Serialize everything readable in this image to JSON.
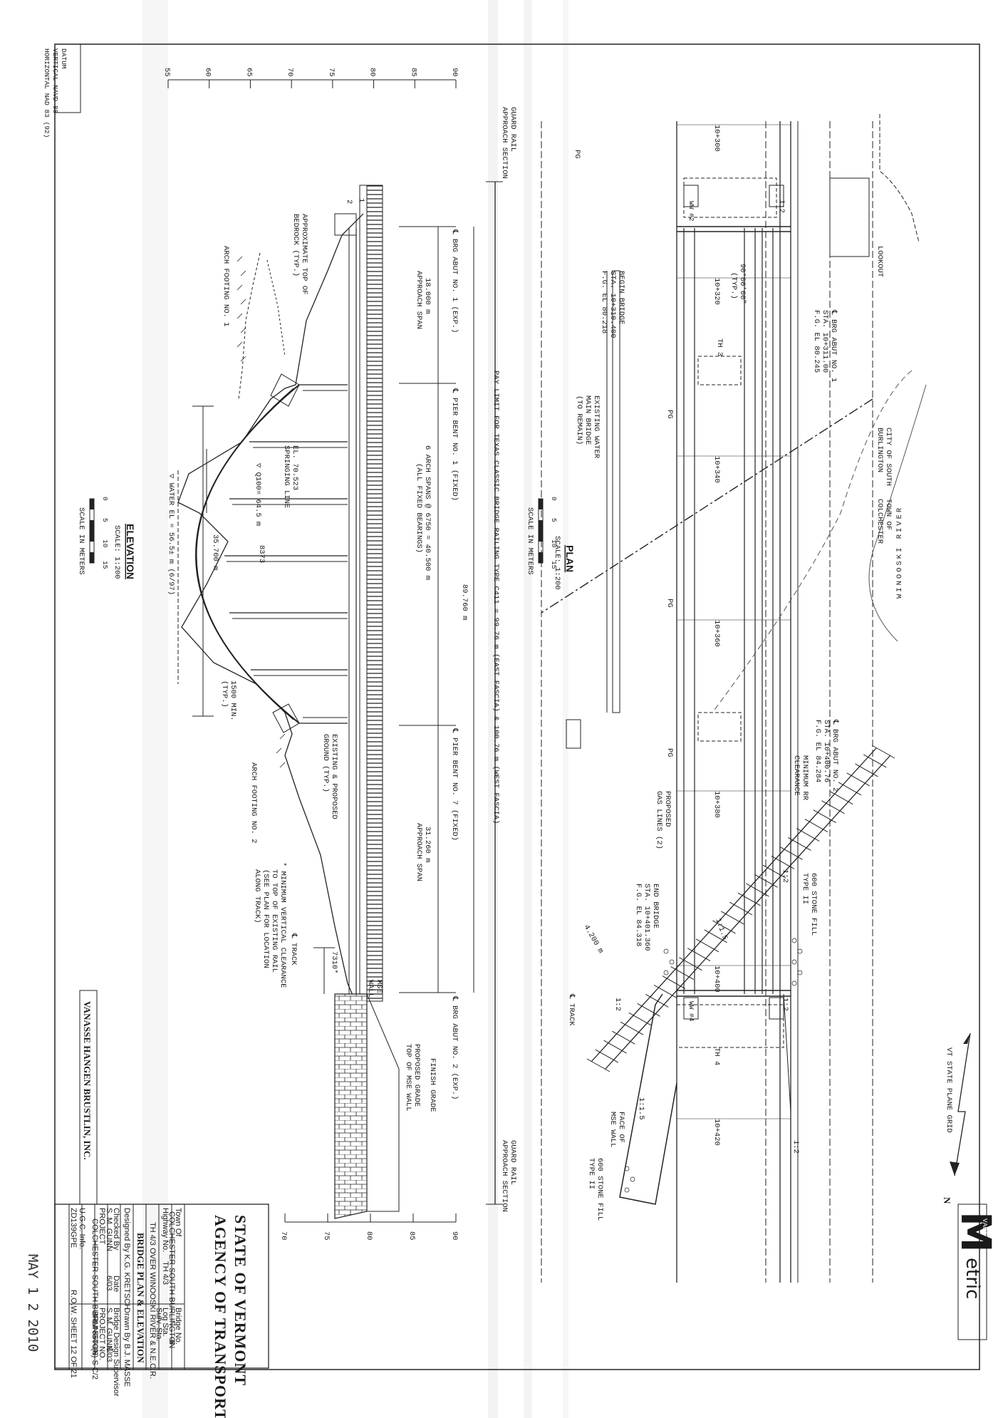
{
  "datum": {
    "line1": "DATUM",
    "line2": "VERTICAL NAVD 88",
    "line3": "HORIZONTAL NAD 83 (92)"
  },
  "elevation_axis_left": [
    "55",
    "60",
    "65",
    "70",
    "75",
    "80",
    "85",
    "90"
  ],
  "elevation_axis_right": [
    "70",
    "75",
    "80",
    "85",
    "90"
  ],
  "elevation": {
    "guard_rail_left": "GUARD RAIL",
    "approach_left": "APPROACH SECTION",
    "guard_rail_right": "GUARD RAIL",
    "approach_right": "APPROACH SECTION",
    "pay_limit": "PAY LIMIT FOR TEXAS CLASSIC BRIDGE RAILING TYPE C411 = 99.76 m (EAST FASCIA) & 100.76 m (WEST FASCIA)",
    "total_length": "89.760 m",
    "brg_abut_1": "℄ BRG ABUT NO. 1 (EXP.)",
    "approach_span_1_len": "18.000 m",
    "approach_span_1": "APPROACH SPAN",
    "pier_bent_1": "℄ PIER BENT NO. 1 (FIXED)",
    "arch_spans": "6 ARCH SPANS @ 6750 = 40.500 m",
    "fixed_bearings": "(ALL FIXED BEARINGS)",
    "pier_bent_7": "℄ PIER BENT NO. 7 (FIXED)",
    "approach_span_2_len": "31.260 m",
    "approach_span_2": "APPROACH SPAN",
    "brg_abut_2": "℄ BRG ABUT NO. 2 (EXP.)",
    "bedrock_1": "APPROXIMATE TOP OF",
    "bedrock_2": "BEDROCK (TYP.)",
    "arch_footing_1": "ARCH FOOTING NO. 1",
    "arch_footing_2": "ARCH FOOTING NO. 2",
    "el_springing_1": "EL. 70.523",
    "el_springing_2": "SPRINGING LINE",
    "q100": "▽ Q100= 64.5 m",
    "water_el": "▽ WATER EL = 56.5± m (6/97)",
    "span_dim": "35.700 m",
    "rise_dim": "8373",
    "min_1500": "1500 MIN.",
    "typ": "(TYP.)",
    "ground_1": "EXISTING & PROPOSED",
    "ground_2": "GROUND (TYP.)",
    "vclear": "7310*",
    "track": "℄ TRACK",
    "mse_1": "MSE",
    "mse_2": "WALL",
    "note_1": "* MINIMUM VERTICAL CLEARANCE",
    "note_2": "TO TOP OF EXISTING RAIL",
    "note_3": "(SEE PLAN FOR LOCATION",
    "note_4": "ALONG TRACK)",
    "finish_grade": "FINISH GRADE",
    "prop_grade": "PROPOSED GRADE",
    "top_mse": "TOP OF MSE WALL",
    "title": "ELEVATION",
    "scale": "SCALE: 1:200",
    "scale_caption": "SCALE IN METERS",
    "scale_ticks": [
      "0",
      "5",
      "10",
      "15"
    ],
    "slope_1": "1",
    "slope_2": "2"
  },
  "plan": {
    "stations": [
      "10+300",
      "10+320",
      "10+340",
      "10+360",
      "10+380",
      "10+400",
      "10+420"
    ],
    "lookout": "LOOKOUT",
    "angle_1": "90°00'00\"",
    "angle_2": "(TYP.)",
    "th3": "TH 3",
    "th4": "TH 4",
    "begin_1": "BEGIN BRIDGE",
    "begin_2": "STA. 10+310.400",
    "begin_3": "F.G. EL 80.218",
    "brg1_1": "℄ BRG ABUT NO. 1",
    "brg1_2": "STA. 10+311.00",
    "brg1_3": "F.G. EL 80.245",
    "city_1": "CITY OF SOUTH",
    "city_2": "BURLINGTON",
    "town_1": "TOWN OF",
    "town_2": "COLCHESTER",
    "river": "WINOOSKI RIVER",
    "water_1": "EXISTING WATER",
    "water_2": "MAIN BRIDGE",
    "water_3": "(TO REMAIN)",
    "pg": "PG",
    "brg2_1": "℄ BRG ABUT NO. 2",
    "brg2_2": "STA. 10+400.76",
    "brg2_3": "F.G. EL 84.284",
    "minrr_1": "MINIMUM RR",
    "minrr_2": "CLEARANCE",
    "gas_1": "PROPOSED",
    "gas_2": "GAS LINES (2)",
    "end_1": "END BRIDGE",
    "end_2": "STA. 10+401.360",
    "end_3": "F.G. EL 84.318",
    "fill_1": "600 STONE FILL",
    "fill_2": "TYPE II",
    "face_1": "FACE OF",
    "face_2": "MSE WALL",
    "track": "℄ TRACK",
    "dim_4200": "4.200 m",
    "slope_12": "1:2",
    "slope_115": "1:1.5",
    "ww2": "WW #2",
    "ww4": "WW #4",
    "title": "PLAN",
    "scale": "SCALE: 1:200",
    "scale_caption": "SCALE IN METERS",
    "scale_ticks": [
      "0",
      "5",
      "10",
      "15"
    ],
    "grid_1": "VT STATE PLANE GRID",
    "north": "N"
  },
  "title_block": {
    "agency_1": "STATE OF VERMONT",
    "agency_2": "AGENCY OF TRANSPORTATION",
    "town_label": "Town Of",
    "town_value": "COLCHESTER-SOUTH BURLINGTON",
    "bridge_label": "Bridge No.",
    "bridge_value": "6",
    "highway_label": "Highway No.",
    "highway_value": "TH 4/3",
    "log_sta": "Log Sta.",
    "surv_sta": "Surv. Sta.",
    "description": "TH 4/3 OVER WINOOSKI RIVER & N.E.C.R.",
    "sheet_title": "BRIDGE PLAN & ELEVATION",
    "designed_by": "Designed By  K.G. KRETSCH",
    "drawn_by": "Drawn By  B.J. MASSE",
    "checked_by": "Checked By",
    "checked_date": "Date",
    "supervisor": "Bridge Design Supervisor",
    "supervisor_date": "Date",
    "checker_name": "S. M. GUNN",
    "checker_date": "6/03",
    "supervisor_name": "S. M. GUNN",
    "supervisor_date_val": "6/03",
    "project_label": "PROJECT",
    "project_value": "COLCHESTER-SOUTH BURLINGTON",
    "project_no_label": "PROJECT NO.",
    "project_no_value": "BRM 5600(6) S C/2",
    "ugc": "U.G.C. Info.",
    "file": "ZD139GPE",
    "sheet": "R.O.W. SHEET  12 OF 21",
    "drawn_date": "Date  6/03"
  },
  "firm": "VANASSE HANGEN BRUSTLIN, INC.",
  "stamp_date": "MAY 1 2 2010",
  "metric": {
    "logo": "M",
    "text": "etric",
    "small": "VAOT"
  },
  "colors": {
    "ink": "#1a1a1a",
    "paper": "#ffffff",
    "shade": "#d8d8d8"
  }
}
